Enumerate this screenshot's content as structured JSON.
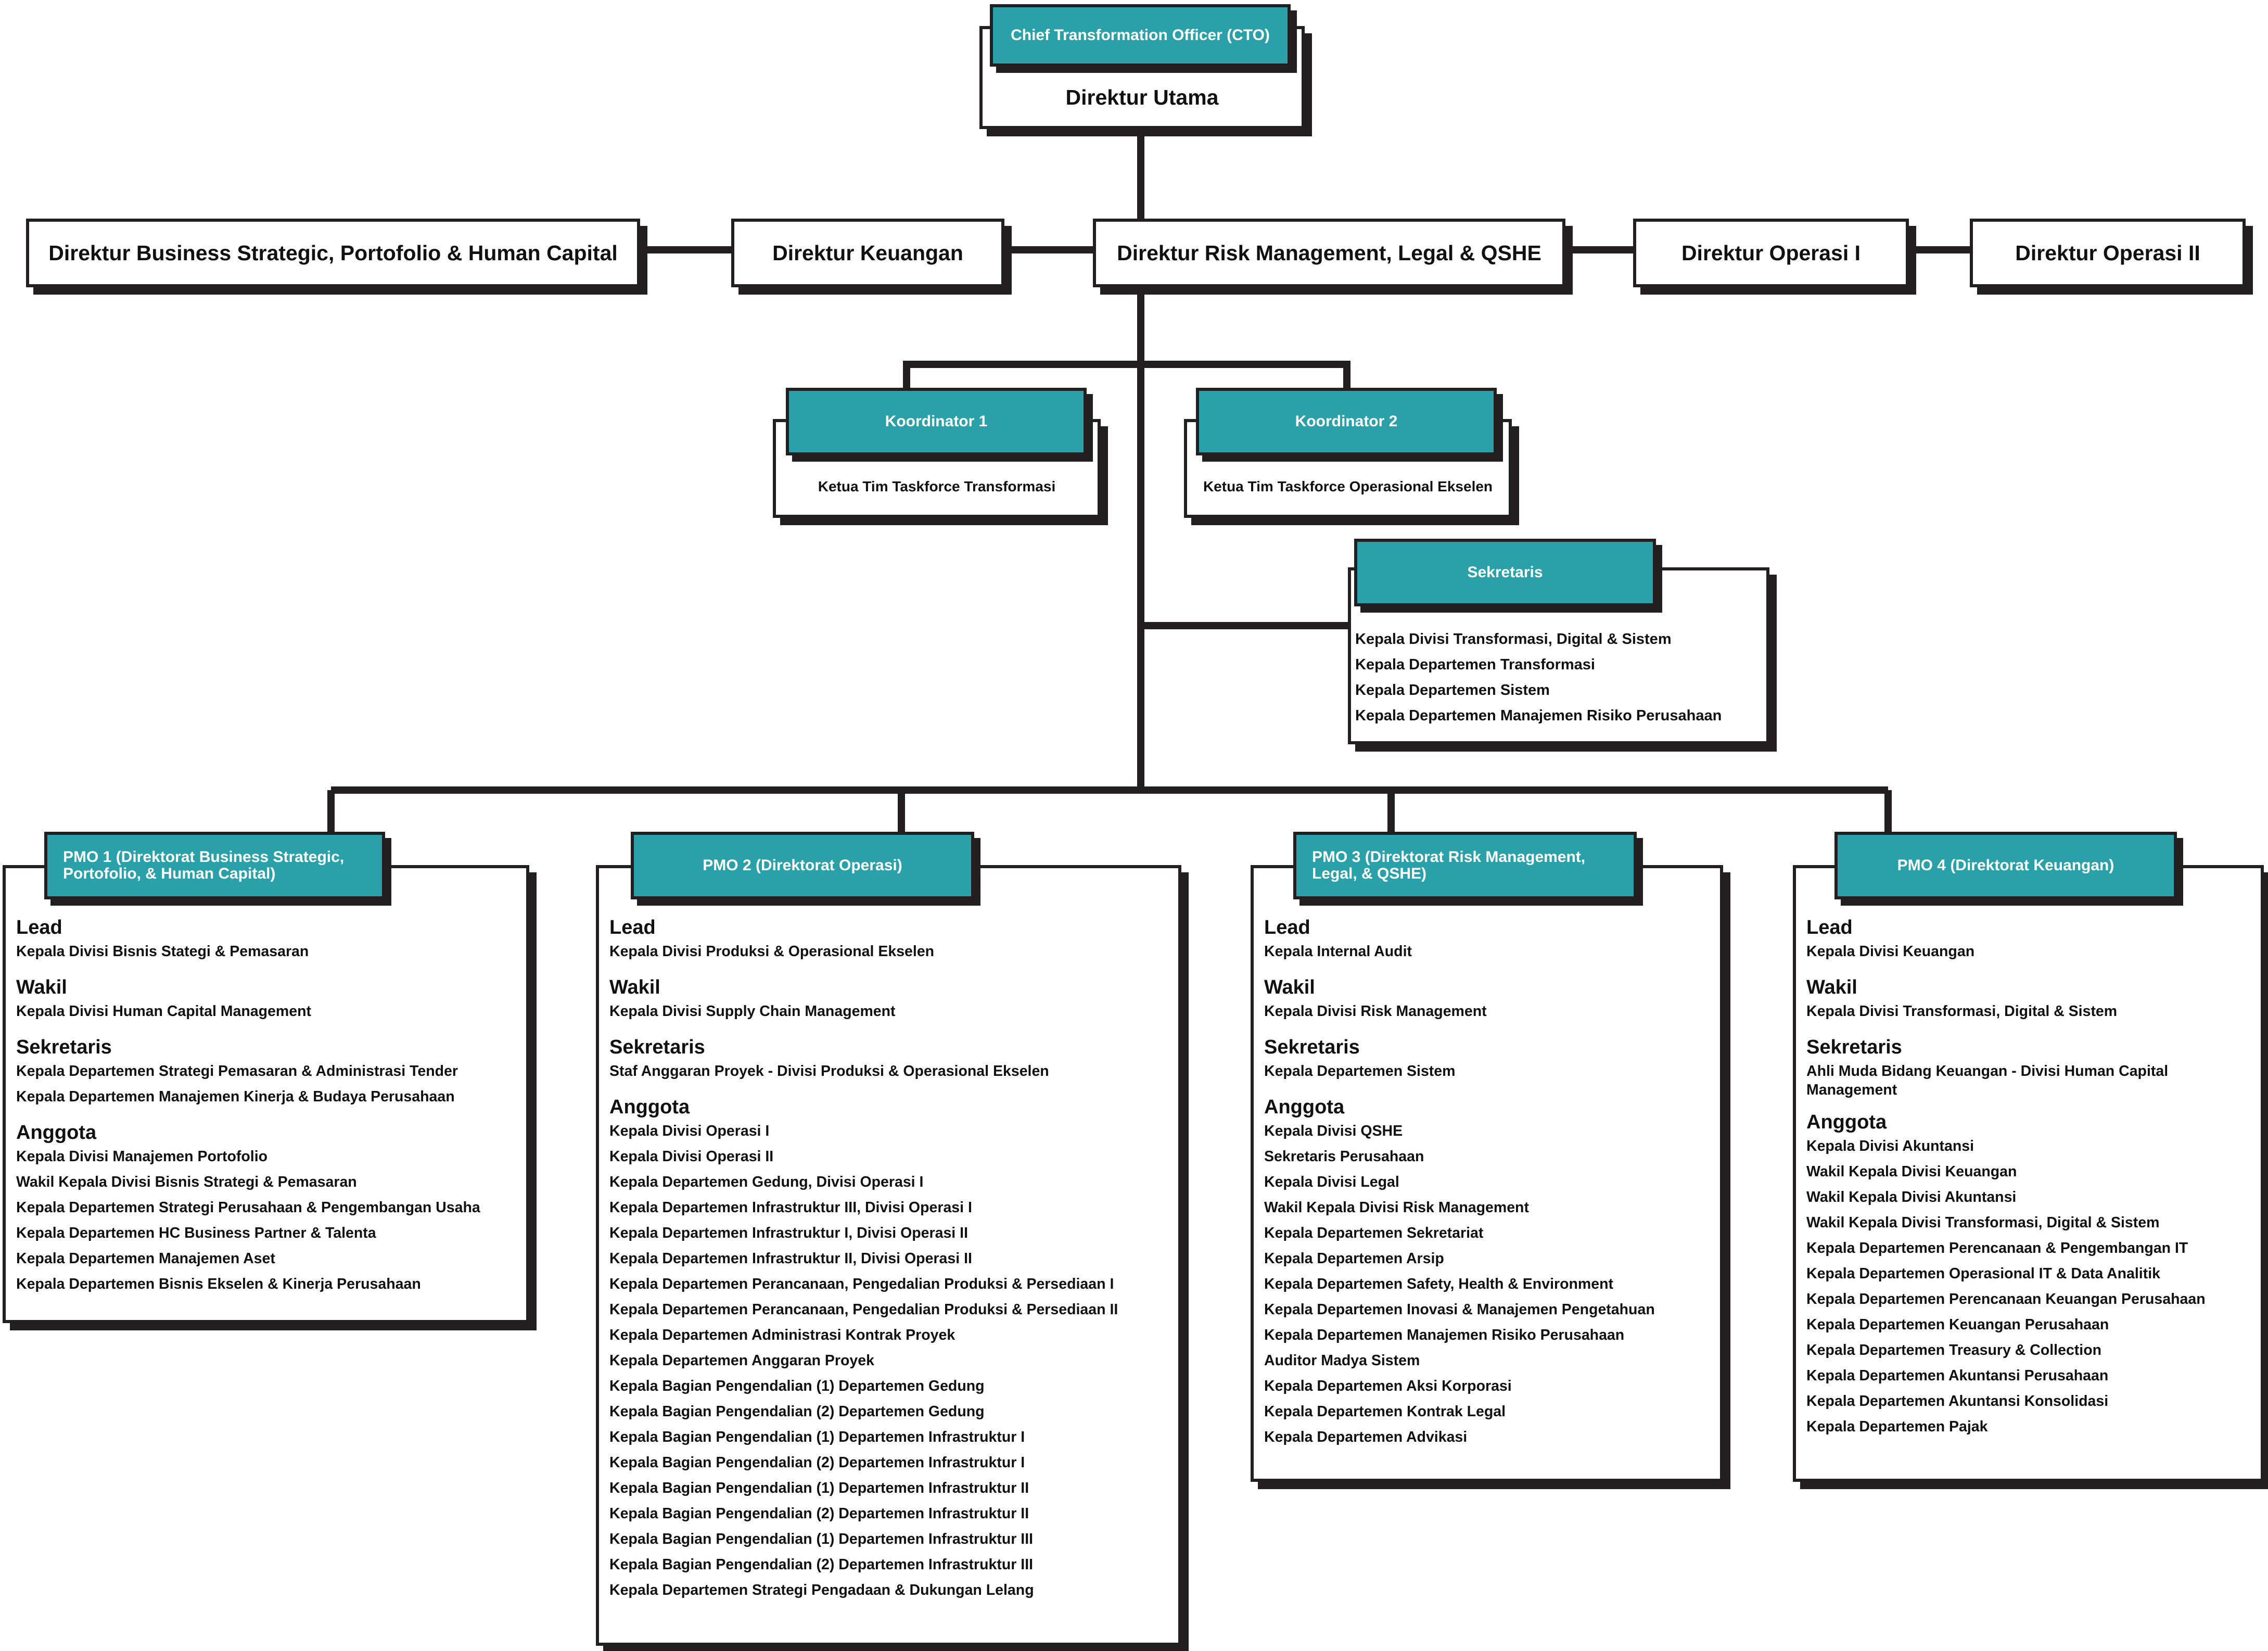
{
  "cto": {
    "header": "Chief Transformation Officer (CTO)",
    "title": "Direktur Utama"
  },
  "directors": [
    "Direktur Business Strategic, Portofolio & Human Capital",
    "Direktur Keuangan",
    "Direktur Risk Management, Legal & QSHE",
    "Direktur Operasi I",
    "Direktur Operasi II"
  ],
  "koordinator": [
    {
      "header": "Koordinator 1",
      "text": "Ketua Tim Taskforce Transformasi"
    },
    {
      "header": "Koordinator 2",
      "text": "Ketua Tim Taskforce Operasional Ekselen"
    }
  ],
  "sekretaris": {
    "header": "Sekretaris",
    "items": [
      "Kepala Divisi Transformasi, Digital & Sistem",
      "Kepala Departemen Transformasi",
      "Kepala Departemen Sistem",
      "Kepala Departemen Manajemen Risiko Perusahaan"
    ]
  },
  "section_labels": {
    "lead": "Lead",
    "wakil": "Wakil",
    "sekretaris": "Sekretaris",
    "anggota": "Anggota"
  },
  "pmo": [
    {
      "header": "PMO 1 (Direktorat Business Strategic, Portofolio, & Human Capital)",
      "lead": [
        "Kepala Divisi Bisnis Stategi & Pemasaran"
      ],
      "wakil": [
        "Kepala Divisi Human Capital Management"
      ],
      "sekretaris": [
        "Kepala Departemen Strategi Pemasaran & Administrasi Tender",
        "Kepala Departemen Manajemen Kinerja & Budaya Perusahaan"
      ],
      "anggota": [
        "Kepala Divisi Manajemen Portofolio",
        "Wakil Kepala Divisi Bisnis Strategi & Pemasaran",
        "Kepala Departemen Strategi Perusahaan & Pengembangan Usaha",
        "Kepala Departemen HC Business Partner & Talenta",
        "Kepala Departemen Manajemen Aset",
        "Kepala Departemen Bisnis Ekselen & Kinerja Perusahaan"
      ]
    },
    {
      "header": "PMO 2 (Direktorat Operasi)",
      "lead": [
        "Kepala Divisi Produksi & Operasional Ekselen"
      ],
      "wakil": [
        "Kepala Divisi Supply Chain Management"
      ],
      "sekretaris": [
        "Staf Anggaran Proyek - Divisi Produksi & Operasional Ekselen"
      ],
      "anggota": [
        "Kepala Divisi Operasi I",
        "Kepala Divisi Operasi II",
        "Kepala Departemen Gedung, Divisi Operasi I",
        "Kepala Departemen Infrastruktur III, Divisi Operasi I",
        "Kepala Departemen Infrastruktur I, Divisi Operasi II",
        "Kepala Departemen Infrastruktur II, Divisi Operasi II",
        "Kepala Departemen Perancanaan, Pengedalian Produksi & Persediaan I",
        "Kepala Departemen Perancanaan, Pengedalian Produksi & Persediaan II",
        "Kepala Departemen Administrasi Kontrak Proyek",
        "Kepala Departemen Anggaran Proyek",
        "Kepala Bagian Pengendalian (1) Departemen Gedung",
        "Kepala Bagian Pengendalian (2) Departemen Gedung",
        "Kepala Bagian Pengendalian (1) Departemen Infrastruktur I",
        "Kepala Bagian Pengendalian (2) Departemen Infrastruktur I",
        "Kepala Bagian Pengendalian (1) Departemen Infrastruktur II",
        "Kepala Bagian Pengendalian (2) Departemen Infrastruktur II",
        "Kepala Bagian Pengendalian (1) Departemen Infrastruktur III",
        "Kepala Bagian Pengendalian (2) Departemen Infrastruktur III",
        "Kepala Departemen Strategi Pengadaan & Dukungan Lelang"
      ]
    },
    {
      "header": "PMO 3 (Direktorat Risk Management, Legal, & QSHE)",
      "lead": [
        "Kepala Internal Audit"
      ],
      "wakil": [
        "Kepala Divisi Risk Management"
      ],
      "sekretaris": [
        "Kepala Departemen Sistem"
      ],
      "anggota": [
        "Kepala Divisi QSHE",
        "Sekretaris Perusahaan",
        "Kepala Divisi Legal",
        "Wakil Kepala Divisi Risk Management",
        "Kepala Departemen Sekretariat",
        "Kepala Departemen Arsip",
        "Kepala Departemen Safety, Health & Environment",
        "Kepala Departemen Inovasi & Manajemen Pengetahuan",
        "Kepala Departemen Manajemen Risiko Perusahaan",
        "Auditor Madya Sistem",
        "Kepala Departemen Aksi Korporasi",
        "Kepala Departemen Kontrak Legal",
        "Kepala Departemen Advikasi"
      ]
    },
    {
      "header": "PMO 4 (Direktorat Keuangan)",
      "lead": [
        "Kepala Divisi Keuangan"
      ],
      "wakil": [
        "Kepala Divisi Transformasi, Digital & Sistem"
      ],
      "sekretaris": [
        "Ahli Muda Bidang Keuangan - Divisi Human Capital Management"
      ],
      "anggota": [
        "Kepala Divisi Akuntansi",
        "Wakil Kepala Divisi Keuangan",
        "Wakil Kepala Divisi Akuntansi",
        "Wakil Kepala Divisi Transformasi, Digital & Sistem",
        "Kepala Departemen Perencanaan & Pengembangan IT",
        "Kepala Departemen Operasional IT & Data Analitik",
        "Kepala Departemen Perencanaan Keuangan Perusahaan",
        "Kepala Departemen Keuangan Perusahaan",
        "Kepala Departemen Treasury & Collection",
        "Kepala Departemen Akuntansi Perusahaan",
        "Kepala Departemen Akuntansi Konsolidasi",
        "Kepala Departemen Pajak"
      ]
    }
  ]
}
